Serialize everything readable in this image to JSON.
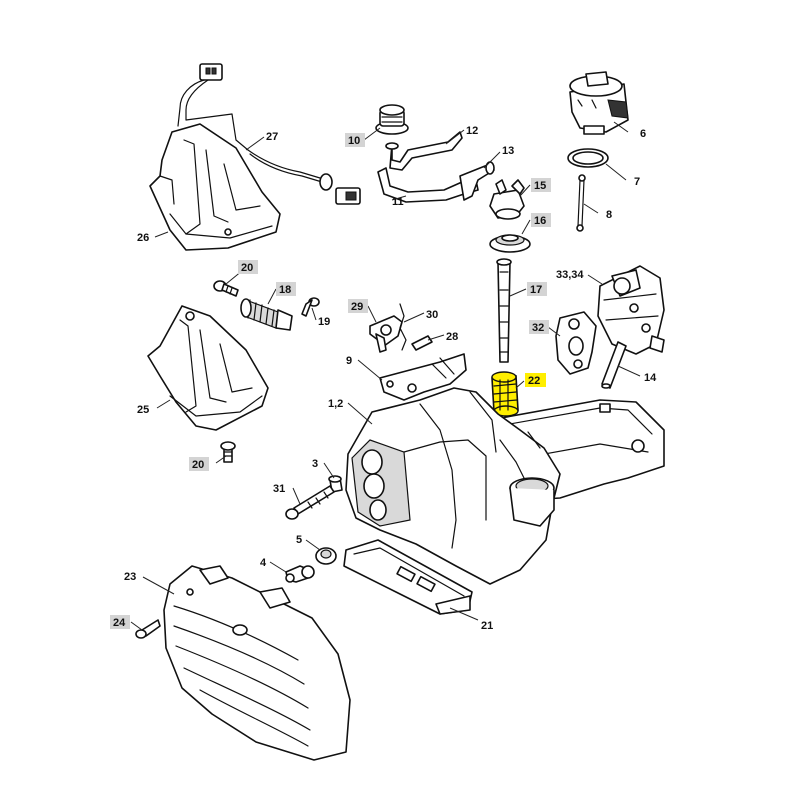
{
  "highlight_color": "#ffee00",
  "label_color": "#d4d4d4",
  "callouts": {
    "c1_2": "1,2",
    "c3": "3",
    "c4": "4",
    "c5": "5",
    "c6": "6",
    "c7": "7",
    "c8": "8",
    "c9": "9",
    "c10": "10",
    "c11": "11",
    "c12": "12",
    "c13": "13",
    "c14": "14",
    "c15": "15",
    "c16": "16",
    "c17": "17",
    "c18": "18",
    "c19": "19",
    "c20a": "20",
    "c20b": "20",
    "c21": "21",
    "c22": "22",
    "c23": "23",
    "c24": "24",
    "c25": "25",
    "c26": "26",
    "c27": "27",
    "c28": "28",
    "c29": "29",
    "c30": "30",
    "c31": "31",
    "c32": "32",
    "c33_34": "33,34"
  },
  "highlighted_part": "22"
}
